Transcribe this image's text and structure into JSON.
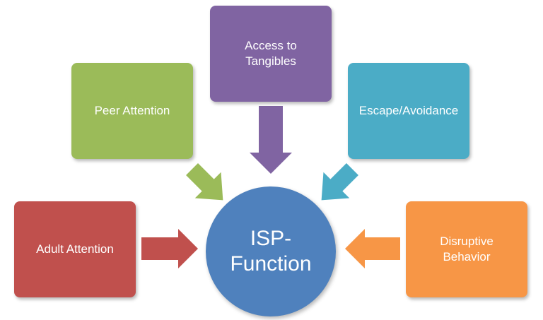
{
  "center": {
    "line1": "ISP-",
    "line2": "Function",
    "color": "#4F81BD"
  },
  "boxes": {
    "access_to_tangibles": {
      "line1": "Access to",
      "line2": "Tangibles",
      "color": "#8064A2"
    },
    "peer_attention": {
      "label": "Peer Attention",
      "color": "#9BBB59"
    },
    "escape_avoidance": {
      "label": "Escape/Avoidance",
      "color": "#4BACC6"
    },
    "adult_attention": {
      "label": "Adult Attention",
      "color": "#C0504D"
    },
    "disruptive_behavior": {
      "line1": "Disruptive",
      "line2": "Behavior",
      "color": "#F79646"
    }
  }
}
